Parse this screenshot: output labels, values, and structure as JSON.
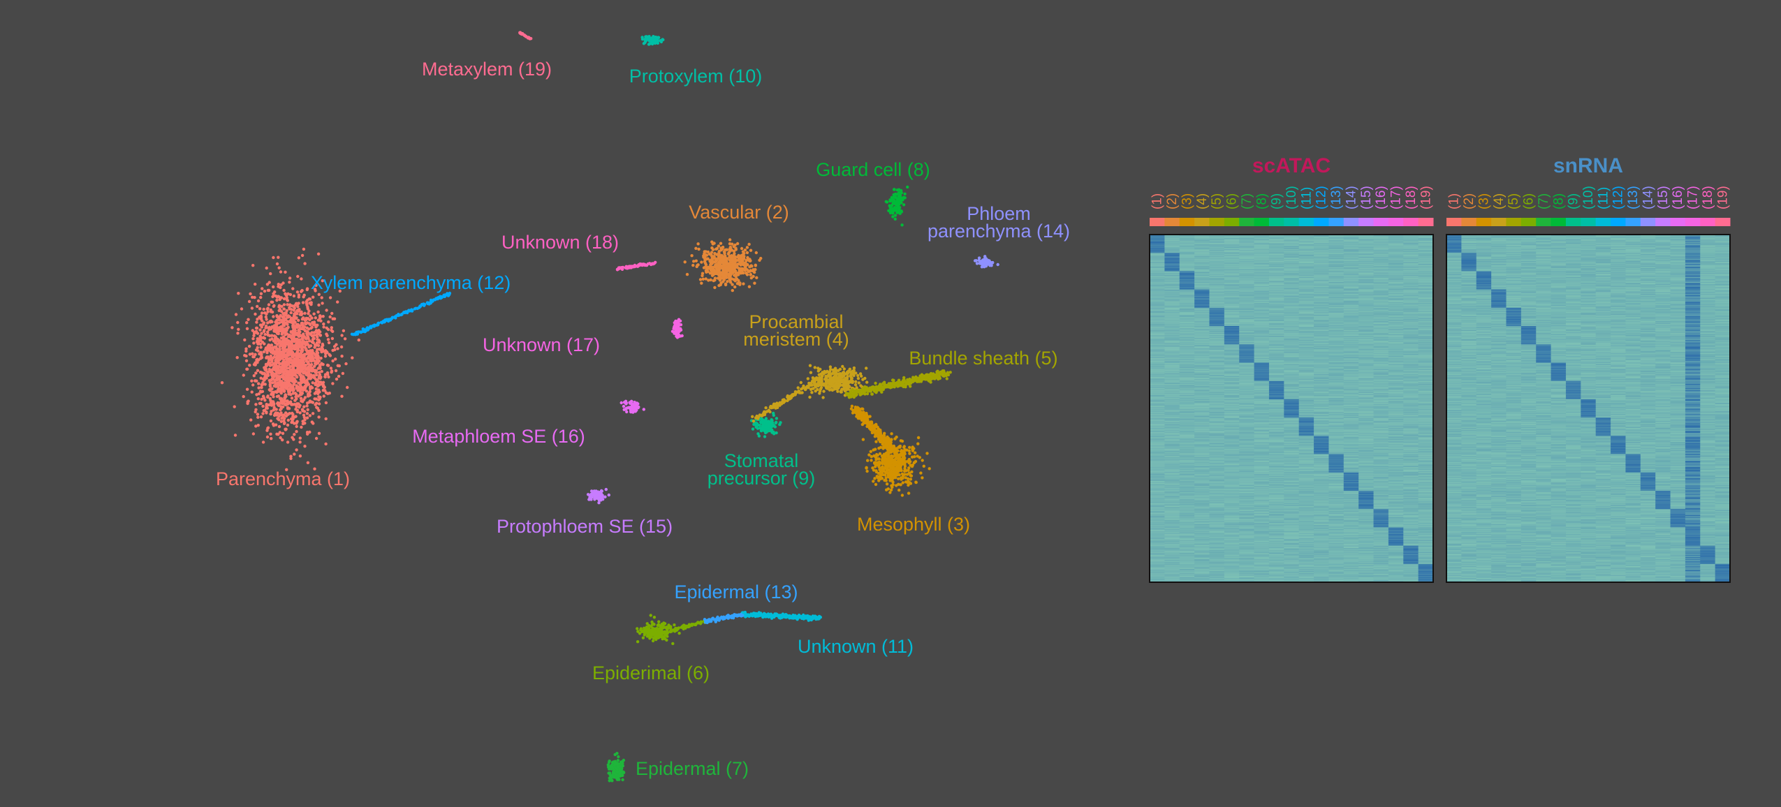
{
  "chart_data": [
    {
      "type": "scatter",
      "clusters": [
        {
          "id": 1,
          "label": "Parenchyma (1)",
          "color": "#F8766D"
        },
        {
          "id": 2,
          "label": "Vascular (2)",
          "color": "#E58838"
        },
        {
          "id": 3,
          "label": "Mesophyll (3)",
          "color": "#D39200"
        },
        {
          "id": 4,
          "label": [
            "Procambial",
            "meristem (4)"
          ],
          "color": "#C9A11A"
        },
        {
          "id": 5,
          "label": "Bundle sheath (5)",
          "color": "#A3A500"
        },
        {
          "id": 6,
          "label": "Epiderimal (6)",
          "color": "#7CAE00"
        },
        {
          "id": 7,
          "label": "Epidermal (7)",
          "color": "#1FB53B"
        },
        {
          "id": 8,
          "label": "Guard cell (8)",
          "color": "#00BA38"
        },
        {
          "id": 9,
          "label": [
            "Stomatal",
            "precursor (9)"
          ],
          "color": "#00C08B"
        },
        {
          "id": 10,
          "label": "Protoxylem (10)",
          "color": "#00BFA6"
        },
        {
          "id": 11,
          "label": "Unknown (11)",
          "color": "#00BCD8"
        },
        {
          "id": 12,
          "label": "Xylem parenchyma (12)",
          "color": "#00A9FF"
        },
        {
          "id": 13,
          "label": "Epidermal (13)",
          "color": "#35A2FF"
        },
        {
          "id": 14,
          "label": [
            "Phloem",
            "parenchyma (14)"
          ],
          "color": "#8F91FF"
        },
        {
          "id": 15,
          "label": "Protophloem SE (15)",
          "color": "#C77CFF"
        },
        {
          "id": 16,
          "label": "Metaphloem SE (16)",
          "color": "#E76BF3"
        },
        {
          "id": 17,
          "label": "Unknown (17)",
          "color": "#F564E3"
        },
        {
          "id": 18,
          "label": "Unknown (18)",
          "color": "#FF61C3"
        },
        {
          "id": 19,
          "label": "Metaxylem (19)",
          "color": "#FF6C91"
        }
      ]
    },
    {
      "type": "heatmap",
      "title": "scATAC",
      "title_color": "#C2185B",
      "columns": [
        "(1)",
        "(2)",
        "(3)",
        "(4)",
        "(5)",
        "(6)",
        "(7)",
        "(8)",
        "(9)",
        "(10)",
        "(11)",
        "(12)",
        "(13)",
        "(14)",
        "(15)",
        "(16)",
        "(17)",
        "(18)",
        "(19)"
      ],
      "diagonal_enrichment": [
        1,
        1,
        1,
        1,
        1,
        1,
        1,
        1,
        1,
        1,
        1,
        1,
        1,
        1,
        1,
        1,
        1,
        1,
        1
      ]
    },
    {
      "type": "heatmap",
      "title": "snRNA",
      "title_color": "#4A90C8",
      "columns": [
        "(1)",
        "(2)",
        "(3)",
        "(4)",
        "(5)",
        "(6)",
        "(7)",
        "(8)",
        "(9)",
        "(10)",
        "(11)",
        "(12)",
        "(13)",
        "(14)",
        "(15)",
        "(16)",
        "(17)",
        "(18)",
        "(19)"
      ],
      "diagonal_enrichment": [
        1,
        1,
        1,
        1,
        1,
        1,
        1,
        1,
        1,
        1,
        1,
        1,
        1,
        1,
        1,
        1,
        1,
        1,
        1
      ],
      "highlight_column": "(17)"
    }
  ],
  "colors": {
    "background": "#484848",
    "heat_low": "#8FD3B8",
    "heat_high": "#1F5FA8"
  }
}
